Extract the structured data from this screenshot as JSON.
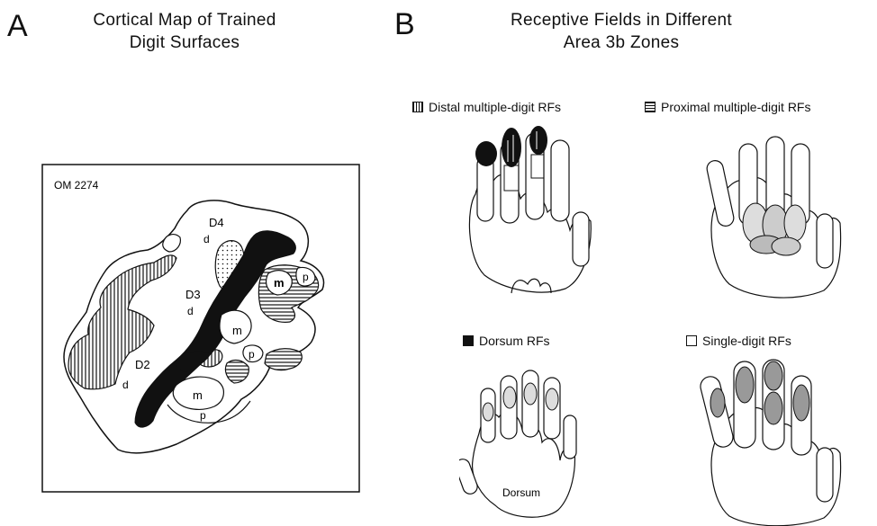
{
  "panel_a": {
    "letter": "A",
    "title_line1": "Cortical Map of Trained",
    "title_line2": "Digit Surfaces",
    "map_id": "OM 2274",
    "labels": {
      "d4": "D4",
      "d3": "D3",
      "d2": "D2",
      "d_label": "d",
      "m_label": "m",
      "p_label": "p"
    }
  },
  "panel_b": {
    "letter": "B",
    "title_line1": "Receptive Fields in Different",
    "title_line2": "Area 3b Zones",
    "legend": {
      "distal": "Distal multiple-digit RFs",
      "proximal": "Proximal multiple-digit RFs",
      "dorsum": "Dorsum RFs",
      "single": "Single-digit RFs"
    },
    "dorsum_hand_label": "Dorsum"
  }
}
